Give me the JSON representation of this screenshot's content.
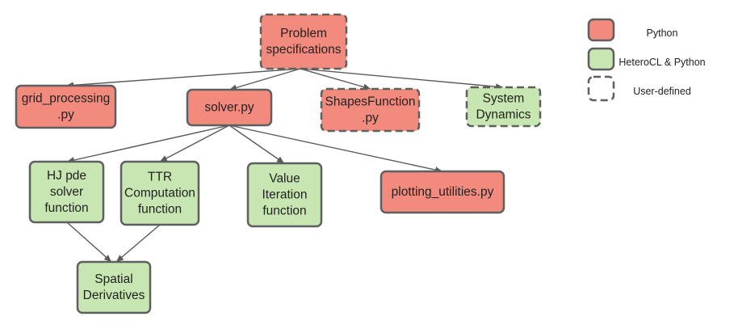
{
  "colors": {
    "python": "#f28b7e",
    "heterocl": "#c7e6b1",
    "border": "#5f5f5f",
    "edge": "#5a5a5a"
  },
  "nodes": [
    {
      "id": "problem-specifications",
      "lines": [
        "Problem",
        "specifications"
      ],
      "kind": "python",
      "user_defined": true
    },
    {
      "id": "grid-processing",
      "lines": [
        "grid_processing",
        ".py"
      ],
      "kind": "python",
      "user_defined": false
    },
    {
      "id": "solver",
      "lines": [
        "solver.py"
      ],
      "kind": "python",
      "user_defined": false
    },
    {
      "id": "shapes-function",
      "lines": [
        "ShapesFunction",
        ".py"
      ],
      "kind": "python",
      "user_defined": true
    },
    {
      "id": "system-dynamics",
      "lines": [
        "System",
        "Dynamics"
      ],
      "kind": "heterocl",
      "user_defined": true
    },
    {
      "id": "hj-pde-solver",
      "lines": [
        "HJ pde",
        "solver",
        "function"
      ],
      "kind": "heterocl",
      "user_defined": false
    },
    {
      "id": "ttr-computation",
      "lines": [
        "TTR",
        "Computation",
        "function"
      ],
      "kind": "heterocl",
      "user_defined": false
    },
    {
      "id": "value-iteration",
      "lines": [
        "Value",
        "Iteration",
        "function"
      ],
      "kind": "heterocl",
      "user_defined": false
    },
    {
      "id": "plotting-utilities",
      "lines": [
        "plotting_utilities.py"
      ],
      "kind": "python",
      "user_defined": false
    },
    {
      "id": "spatial-derivatives",
      "lines": [
        "Spatial",
        "Derivatives"
      ],
      "kind": "heterocl",
      "user_defined": false
    }
  ],
  "edges": [
    {
      "from": "problem-specifications",
      "to": "grid-processing"
    },
    {
      "from": "problem-specifications",
      "to": "solver"
    },
    {
      "from": "problem-specifications",
      "to": "shapes-function"
    },
    {
      "from": "problem-specifications",
      "to": "system-dynamics"
    },
    {
      "from": "solver",
      "to": "hj-pde-solver"
    },
    {
      "from": "solver",
      "to": "ttr-computation"
    },
    {
      "from": "solver",
      "to": "value-iteration"
    },
    {
      "from": "solver",
      "to": "plotting-utilities"
    },
    {
      "from": "hj-pde-solver",
      "to": "spatial-derivatives"
    },
    {
      "from": "ttr-computation",
      "to": "spatial-derivatives"
    }
  ],
  "legend": [
    {
      "id": "python",
      "label": "Python",
      "kind": "python",
      "user_defined": false
    },
    {
      "id": "heterocl",
      "label": "HeteroCL & Python",
      "kind": "heterocl",
      "user_defined": false
    },
    {
      "id": "user-defined",
      "label": "User-defined",
      "kind": "none",
      "user_defined": true
    }
  ]
}
